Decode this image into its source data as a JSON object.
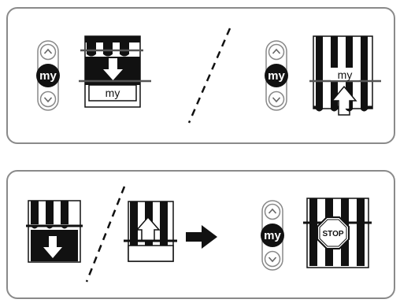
{
  "remote": {
    "button_label": "my",
    "up_symbol": "chevron-up-icon",
    "down_symbol": "chevron-down-icon"
  },
  "blind_labels": {
    "my_position": "my"
  },
  "stop_sign": {
    "text": "STOP"
  },
  "colors": {
    "panel_border": "#8a8a8a",
    "ink": "#111111",
    "line": "#555555",
    "paper": "#ffffff"
  }
}
